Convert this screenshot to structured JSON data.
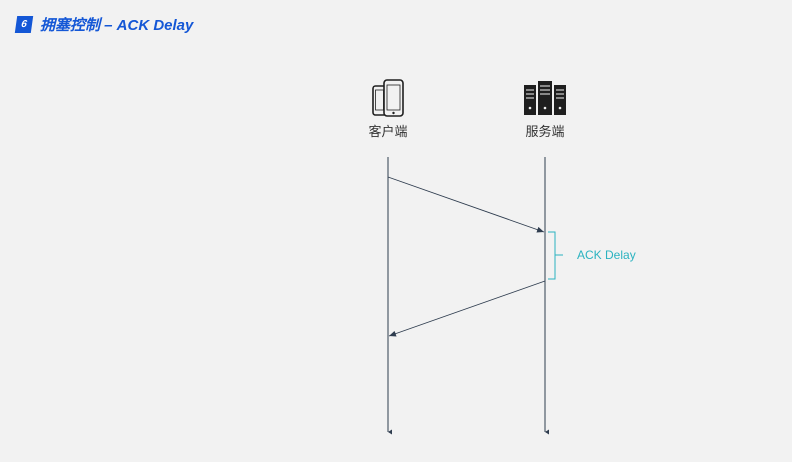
{
  "slide": {
    "number": "6",
    "title": "拥塞控制 – ACK Delay"
  },
  "actors": {
    "client": {
      "label": "客户端",
      "icon": "smartphones-icon"
    },
    "server": {
      "label": "服务端",
      "icon": "server-rack-icon"
    }
  },
  "annotation": {
    "label": "ACK Delay",
    "color": "#2bb3c0"
  },
  "colors": {
    "accent": "#1457d6",
    "line": "#2f3d4f",
    "background": "#f2f2f2"
  }
}
